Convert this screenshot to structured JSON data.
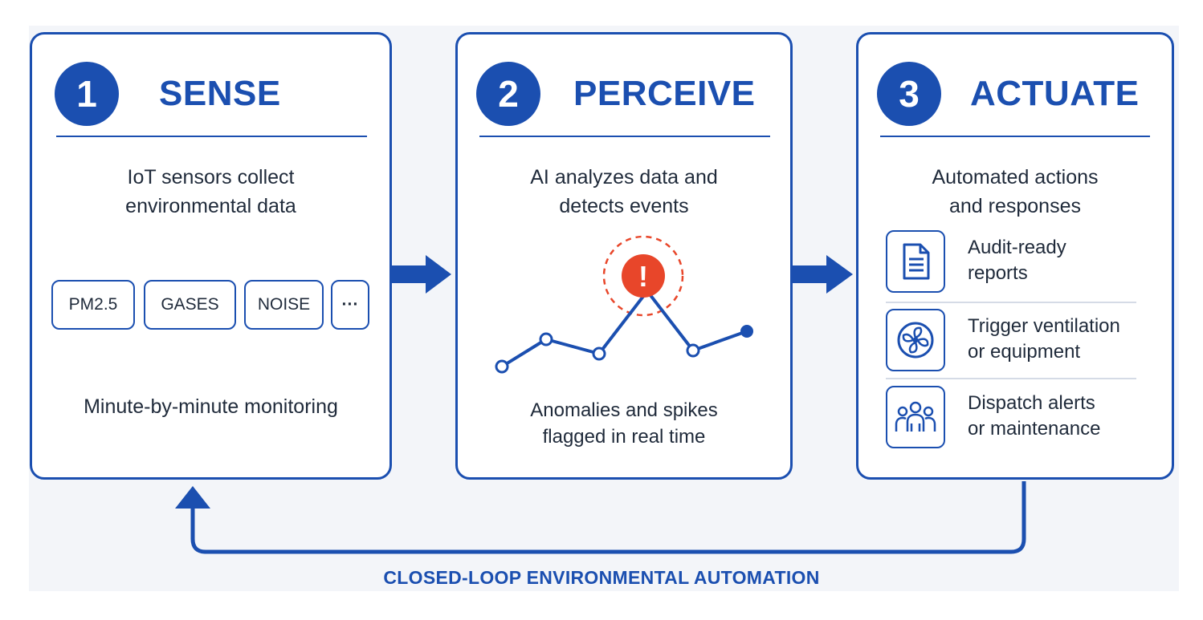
{
  "steps": [
    {
      "number": "1",
      "title": "SENSE",
      "description": [
        "IoT sensors collect",
        "environmental data"
      ],
      "chips": [
        "PM2.5",
        "GASES",
        "NOISE",
        "···"
      ],
      "footer": "Minute-by-minute monitoring"
    },
    {
      "number": "2",
      "title": "PERCEIVE",
      "description": [
        "AI analyzes data and",
        "detects events"
      ],
      "alert_glyph": "!",
      "footer": [
        "Anomalies and spikes",
        "flagged in real time"
      ]
    },
    {
      "number": "3",
      "title": "ACTUATE",
      "description": [
        "Automated actions",
        "and responses"
      ],
      "actions": [
        {
          "icon": "document-icon",
          "lines": [
            "Audit-ready",
            "reports"
          ]
        },
        {
          "icon": "fan-icon",
          "lines": [
            "Trigger ventilation",
            "or equipment"
          ]
        },
        {
          "icon": "people-icon",
          "lines": [
            "Dispatch alerts",
            "or maintenance"
          ]
        }
      ]
    }
  ],
  "loop_label": "CLOSED-LOOP ENVIRONMENTAL AUTOMATION",
  "colors": {
    "primary": "#1b4fb0",
    "alert": "#e8462a",
    "text": "#1f2a3a"
  }
}
